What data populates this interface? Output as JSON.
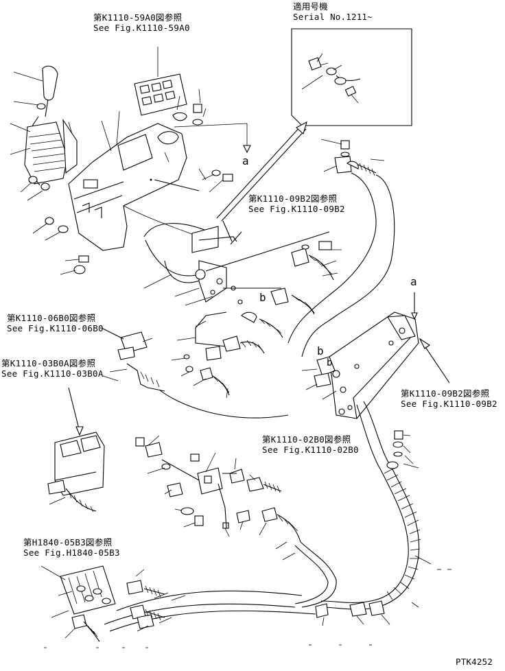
{
  "serial_note": {
    "title": "適用号機",
    "serial": "Serial No.1211~"
  },
  "references": [
    {
      "jp": "第K1110-59A0図参照",
      "en": "See Fig.K1110-59A0"
    },
    {
      "jp": "第K1110-09B2図参照",
      "en": "See Fig.K1110-09B2"
    },
    {
      "jp": "第K1110-06B0図参照",
      "en": "See Fig.K1110-06B0"
    },
    {
      "jp": "第K1110-03B0A図参照",
      "en": "See Fig.K1110-03B0A"
    },
    {
      "jp": "第K1110-09B2図参照",
      "en": "See Fig.K1110-09B2"
    },
    {
      "jp": "第K1110-02B0図参照",
      "en": "See Fig.K1110-02B0"
    },
    {
      "jp": "第H1840-05B3図参照",
      "en": "See Fig.H1840-05B3"
    }
  ],
  "markers": {
    "a1": "a",
    "a2": "a",
    "b1": "b",
    "b2": "b",
    "b3": "b"
  },
  "drawing_code": "PTK4252"
}
